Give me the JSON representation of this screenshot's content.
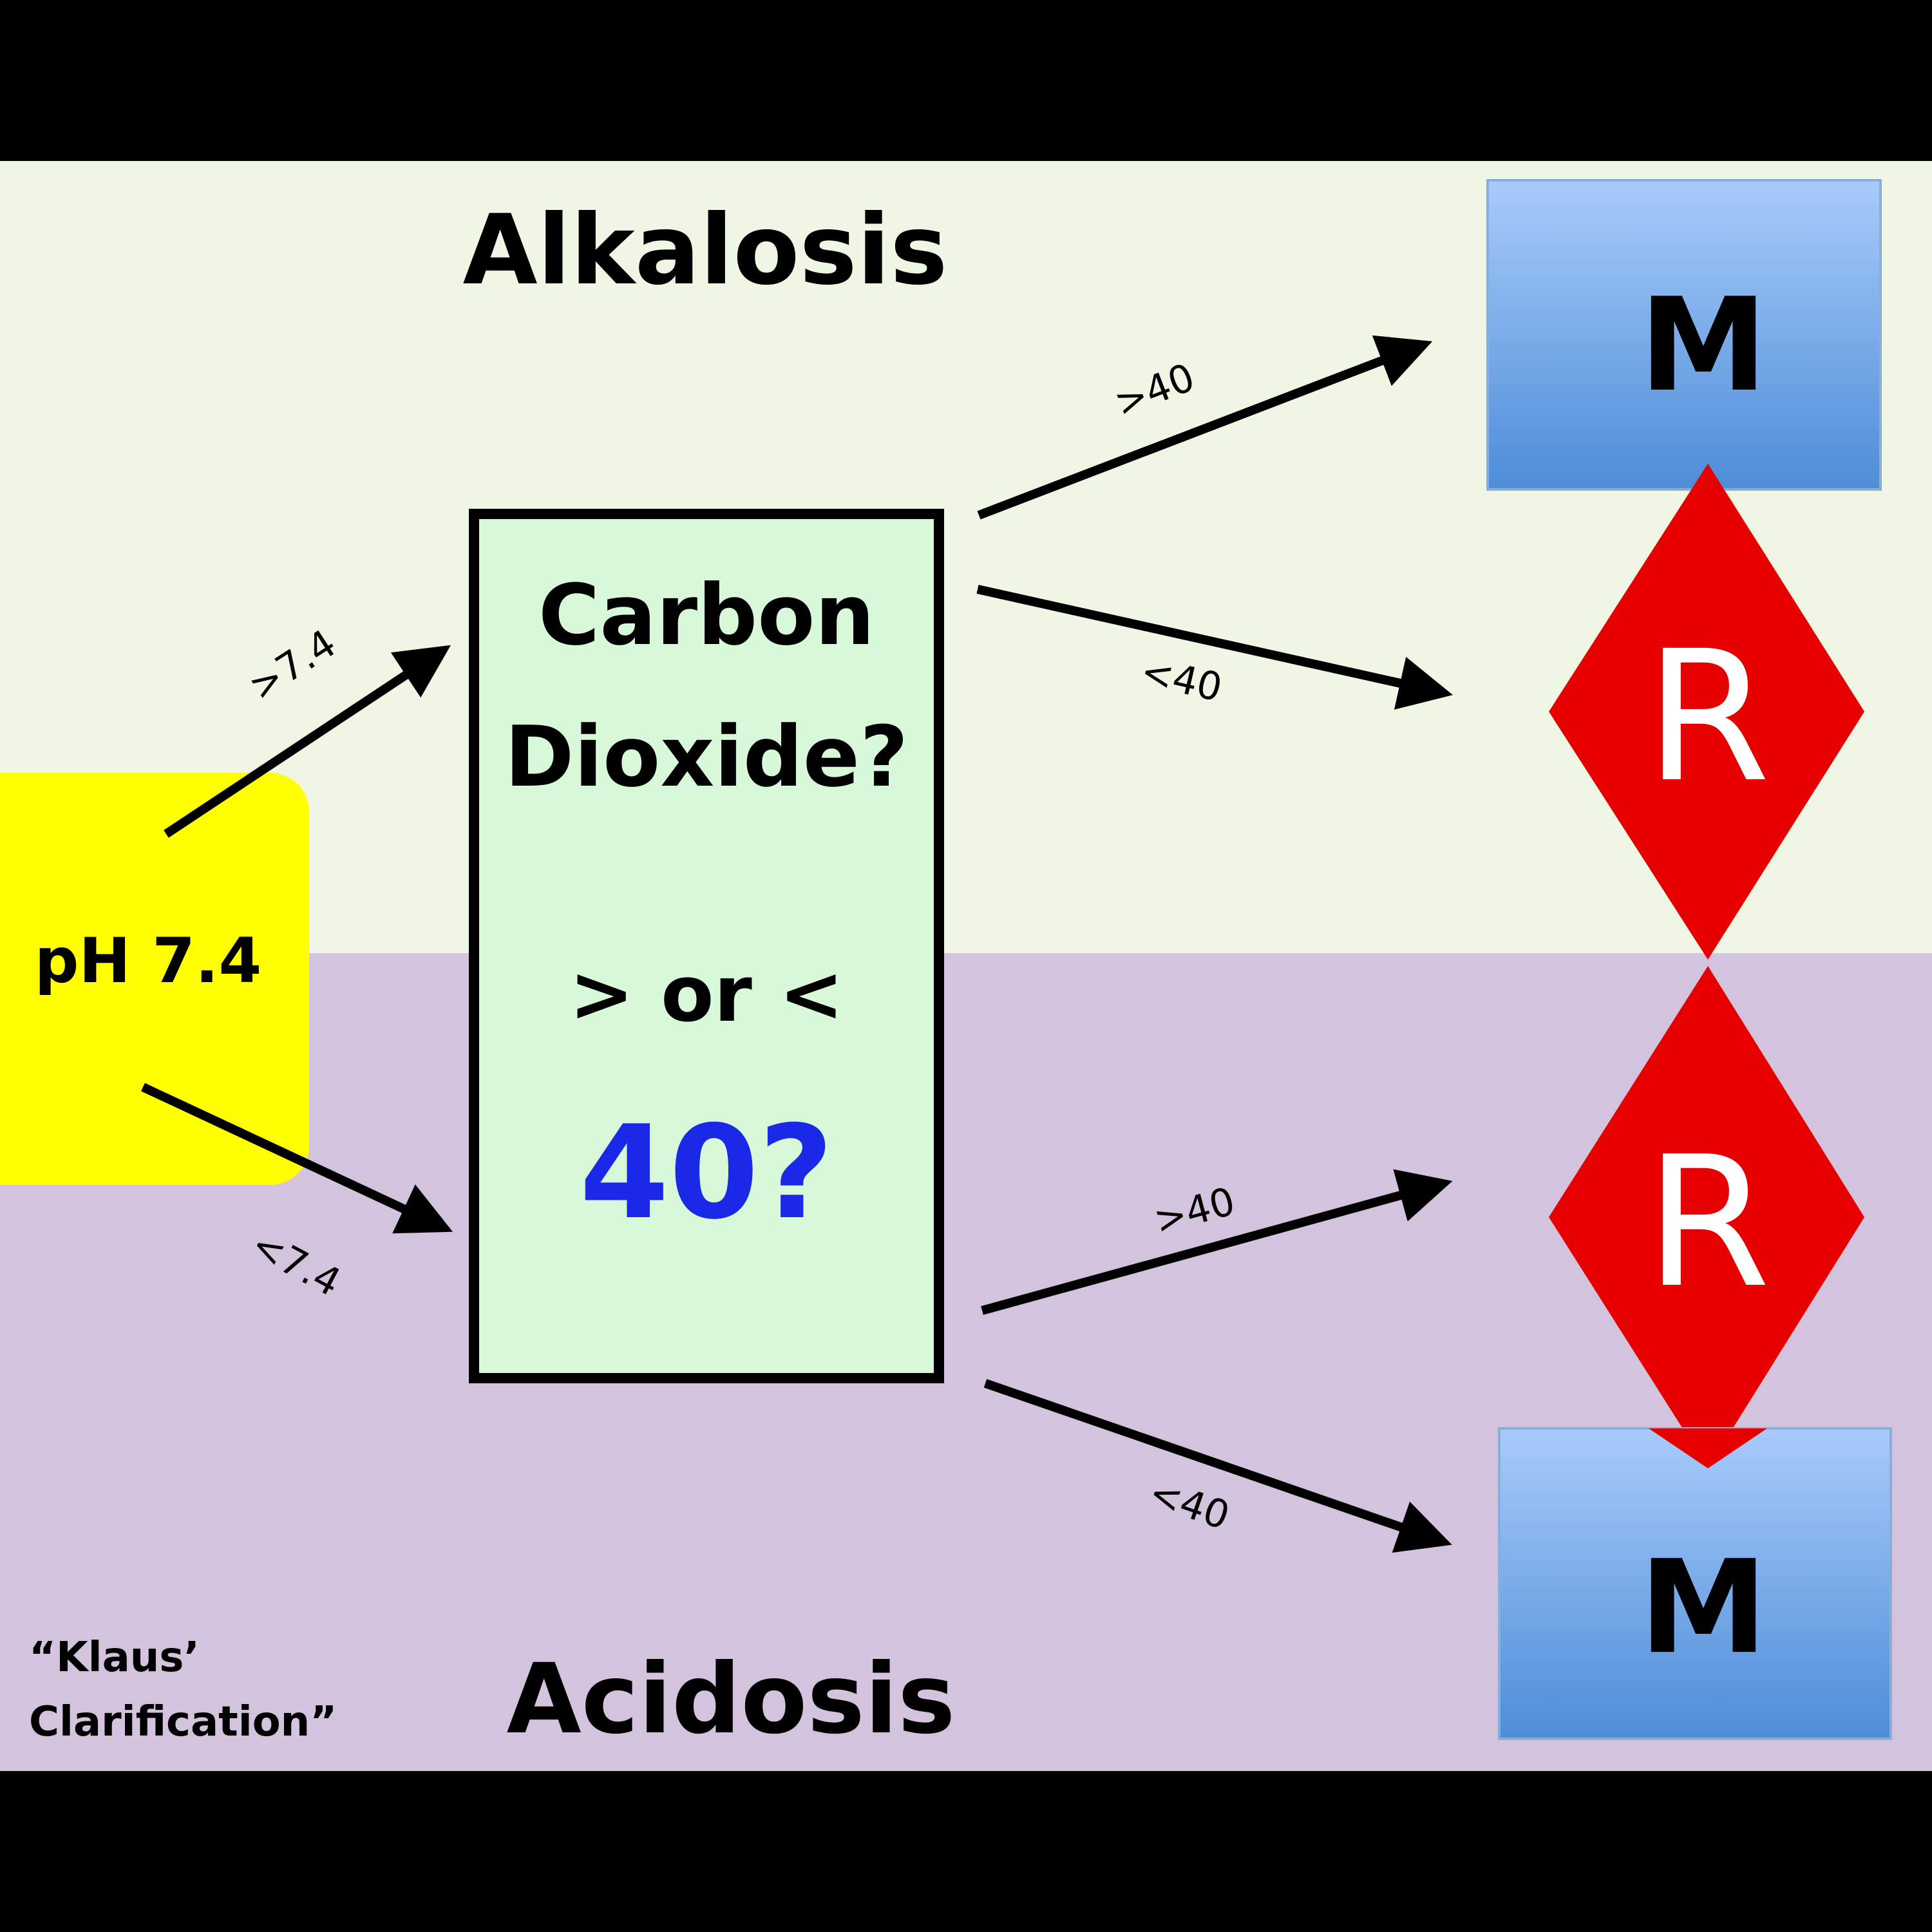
{
  "zones": {
    "top_label": "Alkalosis",
    "bottom_label": "Acidosis"
  },
  "start_node": {
    "label": "pH 7.4"
  },
  "decision_node": {
    "line1": "Carbon",
    "line2": "Dioxide?",
    "line3": "> or <",
    "line4": "40?"
  },
  "arrows": {
    "ph_high": ">7.4",
    "ph_low": "<7.4",
    "alk_high": ">40",
    "alk_low": "<40",
    "acid_high": ">40",
    "acid_low": "<40"
  },
  "outcomes": {
    "alk_metabolic": "M",
    "alk_respiratory": "R",
    "acid_respiratory": "R",
    "acid_metabolic": "M"
  },
  "caption": {
    "line1": "“Klaus’",
    "line2": "Clarification”"
  },
  "colors": {
    "alkalosis_bg": "#F0F6E4",
    "acidosis_bg": "#D3C3DD",
    "ph_box": "#FFFF00",
    "decision_box": "#D8F8DA",
    "metabolic_box": "#5E9EE0",
    "respiratory_diamond": "#E60000",
    "highlight_number": "#1A28E8"
  }
}
